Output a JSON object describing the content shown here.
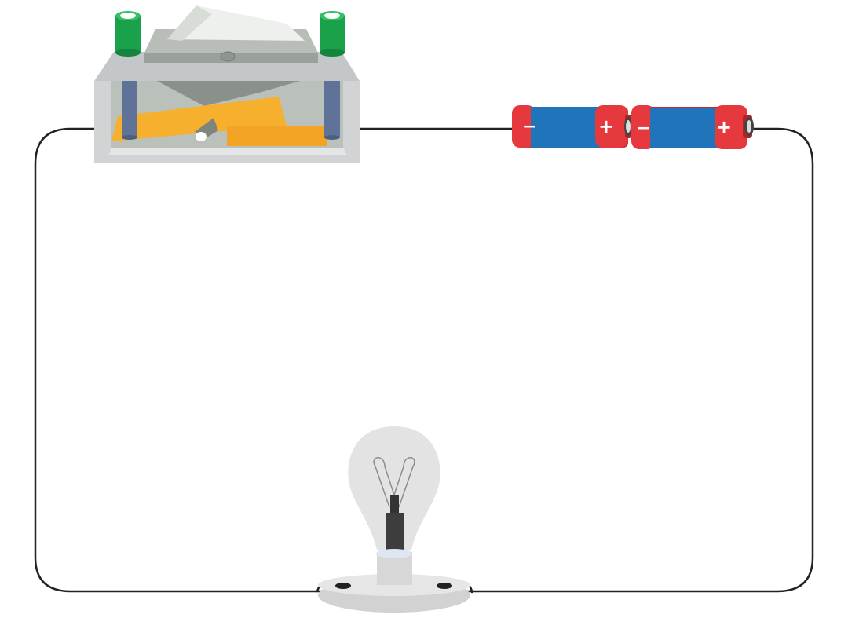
{
  "diagram": {
    "type": "circuit",
    "components": [
      {
        "id": "switch",
        "kind": "knife-switch",
        "state": "open"
      },
      {
        "id": "battery-1",
        "kind": "battery",
        "terminals": [
          "−",
          "+"
        ]
      },
      {
        "id": "battery-2",
        "kind": "battery",
        "terminals": [
          "−",
          "+"
        ]
      },
      {
        "id": "bulb",
        "kind": "light-bulb",
        "state": "off"
      }
    ]
  },
  "colors": {
    "wire": "#222222",
    "switch_body": "#d2d3d4",
    "switch_top": "#a7aca6",
    "switch_inner": "#b9c1ba",
    "post": "#5e7397",
    "terminal_green": "#1aa24b",
    "strip": "#f6b02e",
    "battery_body": "#1f74ba",
    "battery_cap": "#e6393d",
    "bulb_glass": "#e3e3e3",
    "bulb_base": "#d7d7d7"
  }
}
